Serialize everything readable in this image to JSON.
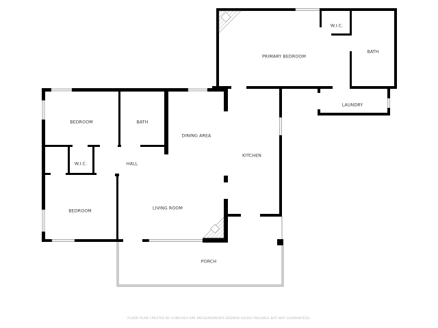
{
  "floor_plan": {
    "rooms": {
      "primary_bedroom": "PRIMARY BEDROOM",
      "primary_wic": "W.I.C.",
      "primary_bath": "BATH",
      "laundry": "LAUNDRY",
      "bedroom_1": "BEDROOM",
      "bath_2": "BATH",
      "wic_2": "W.I.C.",
      "hall": "HALL",
      "dining_area": "DINING AREA",
      "kitchen": "KITCHEN",
      "bedroom_2": "BEDROOM",
      "living_room": "LIVING ROOM",
      "porch": "PORCH"
    },
    "footer": "FLOOR PLAN CREATED BY CUBICASA APP. MEASUREMENTS DEEMED HIGHLY RELIABLE BUT NOT GUARANTEED."
  },
  "colors": {
    "wall": "#000000",
    "window": "#f2f2f2",
    "porch_outline": "#9a9a9a",
    "label": "#333333",
    "footer": "#b5b5b5"
  }
}
